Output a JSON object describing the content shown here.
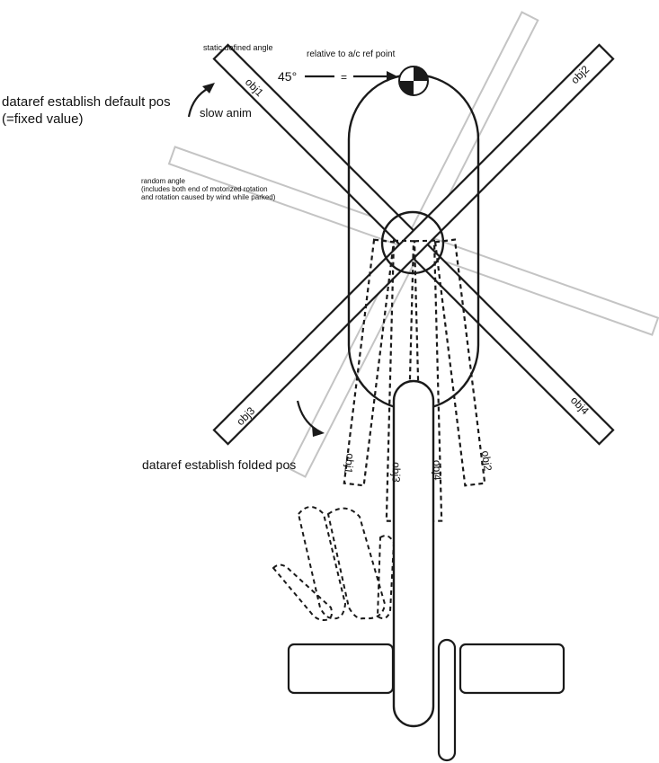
{
  "annotations": {
    "default_pos": "dataref establish default pos",
    "fixed_value": "(=fixed value)",
    "slow_anim": "slow anim",
    "static_angle": "static defined angle",
    "relative_ref": "relative to a/c ref point",
    "angle_value": "45°",
    "equals": "=",
    "random_angle_1": "random angle",
    "random_angle_2": "(includes both end of motorized rotation",
    "random_angle_3": "and rotation caused by wind while parked)",
    "folded_pos": "dataref establish folded pos"
  },
  "blades": {
    "obj1": "obj1",
    "obj2": "obj2",
    "obj3": "obj3",
    "obj4": "obj4"
  },
  "folded_blades": {
    "obj1": "obj1",
    "obj3": "obj3",
    "obj4": "obj4",
    "obj2": "obj2"
  },
  "colors": {
    "ink": "#1a1a1a",
    "ghost": "#c4c4c4"
  }
}
